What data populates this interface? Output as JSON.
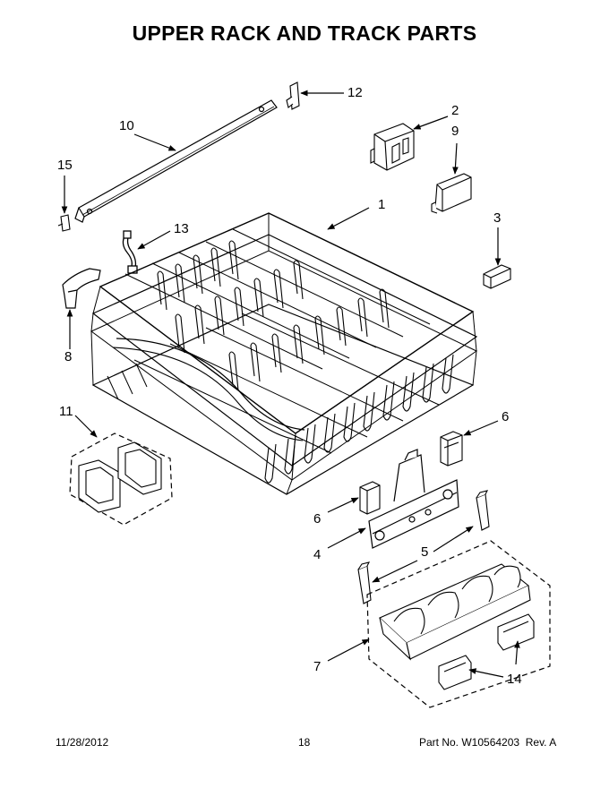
{
  "title": "UPPER RACK AND TRACK PARTS",
  "callouts": [
    {
      "id": "c1",
      "label": "1"
    },
    {
      "id": "c2",
      "label": "2"
    },
    {
      "id": "c3",
      "label": "3"
    },
    {
      "id": "c4",
      "label": "4"
    },
    {
      "id": "c5",
      "label": "5"
    },
    {
      "id": "c6a",
      "label": "6"
    },
    {
      "id": "c6b",
      "label": "6"
    },
    {
      "id": "c7",
      "label": "7"
    },
    {
      "id": "c8",
      "label": "8"
    },
    {
      "id": "c9",
      "label": "9"
    },
    {
      "id": "c10",
      "label": "10"
    },
    {
      "id": "c11",
      "label": "11"
    },
    {
      "id": "c12",
      "label": "12"
    },
    {
      "id": "c13",
      "label": "13"
    },
    {
      "id": "c14",
      "label": "14"
    },
    {
      "id": "c15",
      "label": "15"
    }
  ],
  "footer": {
    "date": "11/28/2012",
    "page": "18",
    "part_no": "Part No. W10564203  Rev. A"
  }
}
